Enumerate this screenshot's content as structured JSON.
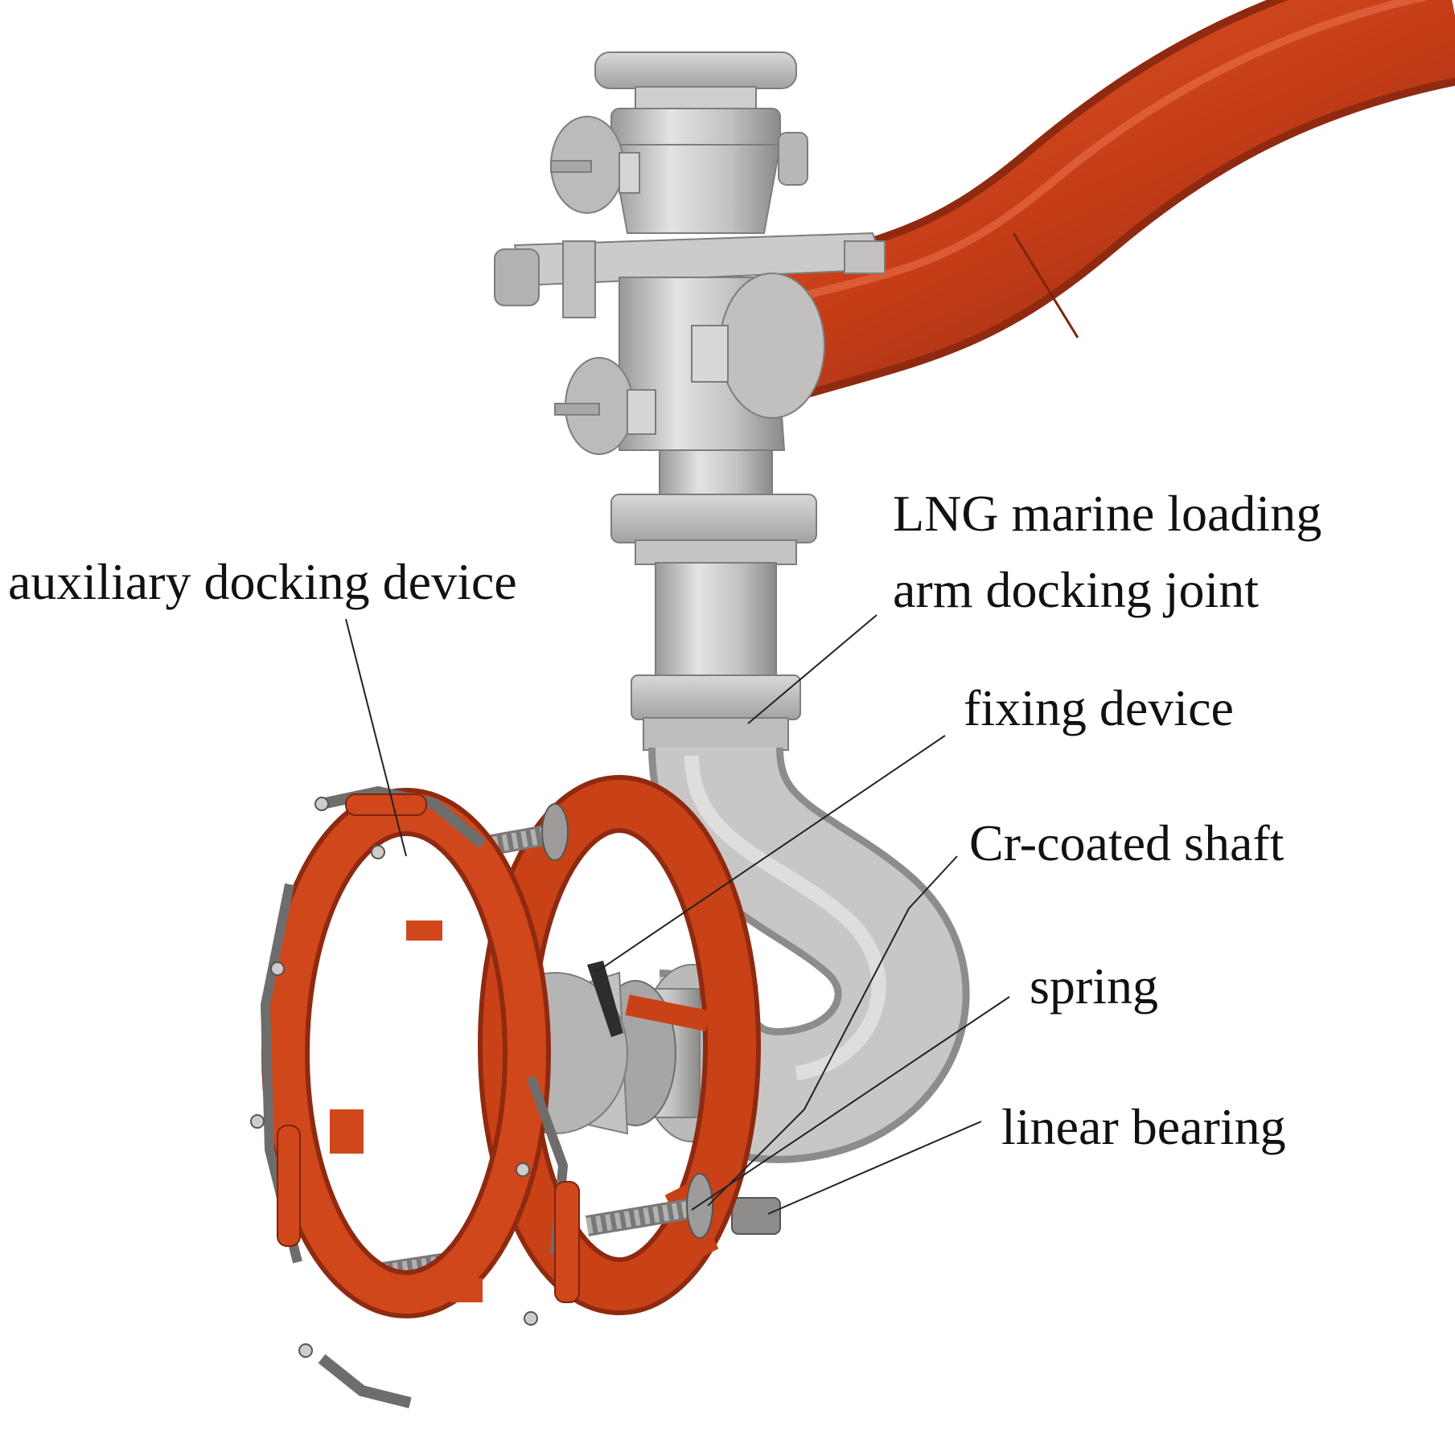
{
  "figure": {
    "labels": {
      "aux_docking": "auxiliary docking device",
      "lng_line1": "LNG marine loading",
      "lng_line2": "arm docking joint",
      "fixing": "fixing device",
      "cr_shaft": "Cr-coated shaft",
      "spring": "spring",
      "linear_bearing": "linear bearing"
    },
    "colors": {
      "orange_pipe": "#c9411c",
      "orange_dark": "#8f2a10",
      "steel": "#c8c6c4",
      "steel_dark": "#8e8c8a",
      "steel_light": "#e6e5e3"
    }
  }
}
